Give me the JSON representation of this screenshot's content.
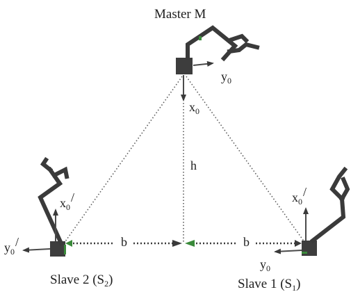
{
  "master": {
    "label": "Master M",
    "x_axis": "x",
    "x_sub": "0",
    "y_axis": "y",
    "y_sub": "0"
  },
  "slave1": {
    "label_main": "Slave 1 (S",
    "label_sub": "1",
    "label_end": ")",
    "x_axis": "x",
    "x_sub": "0",
    "x_prime": "/",
    "y_axis": "y",
    "y_sub": "0",
    "y_prime": ""
  },
  "slave2": {
    "label_main": "Slave 2 (S",
    "label_sub": "2",
    "label_end": ")",
    "x_axis": "x",
    "x_sub": "0",
    "x_prime": "/",
    "y_axis": "y",
    "y_sub": "0",
    "y_prime": "/"
  },
  "dimensions": {
    "height": "h",
    "left_half": "b",
    "right_half": "b"
  },
  "colors": {
    "robot": "#3a3a3a",
    "accent": "#3a8a3a",
    "text": "#1e1e1e"
  }
}
